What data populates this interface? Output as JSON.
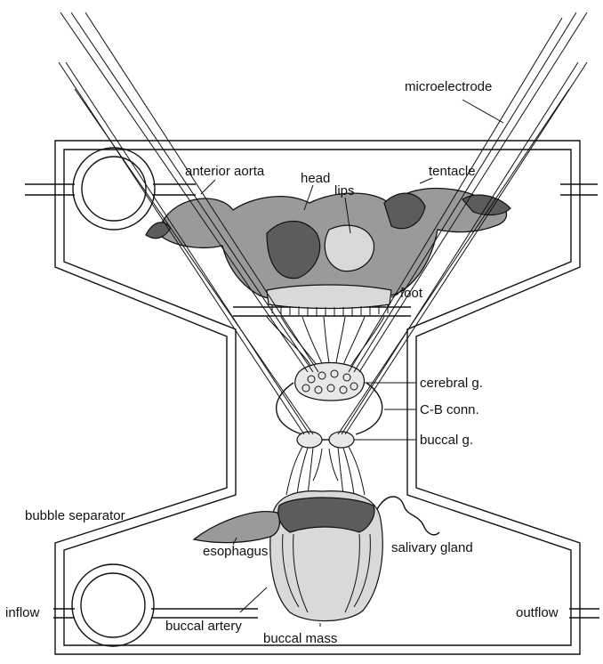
{
  "labels": {
    "microelectrode": "microelectrode",
    "anterior_aorta": "anterior aorta",
    "head": "head",
    "lips": "lips",
    "tentacle": "tentacle",
    "foot": "foot",
    "cerebral_g": "cerebral g.",
    "cb_conn": "C-B conn.",
    "buccal_g": "buccal g.",
    "bubble_separator": "bubble separator",
    "esophagus": "esophagus",
    "salivary_gland": "salivary gland",
    "inflow": "inflow",
    "outflow": "outflow",
    "buccal_artery": "buccal artery",
    "buccal_mass": "buccal mass"
  }
}
